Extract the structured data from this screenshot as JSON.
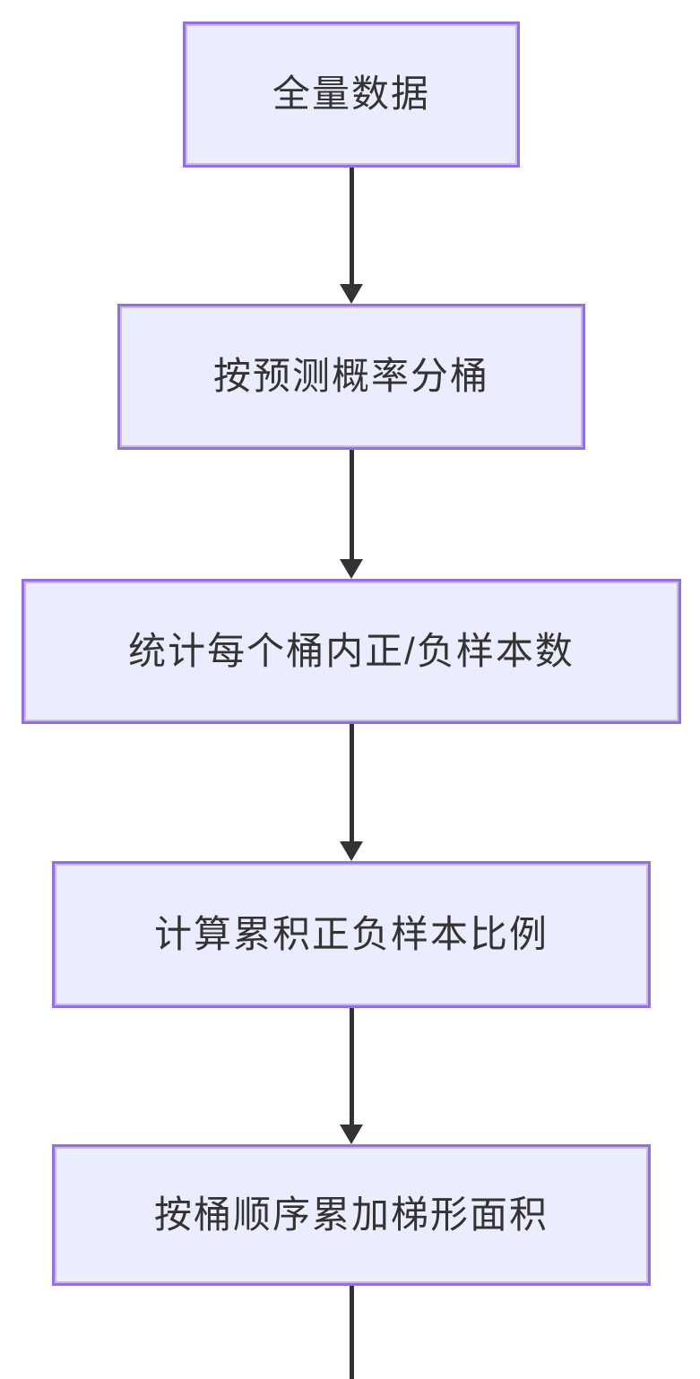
{
  "diagram": {
    "type": "flowchart",
    "direction": "top-down",
    "nodes": [
      {
        "id": "full-data",
        "label": "全量数据"
      },
      {
        "id": "bucket-by-predicted-probability",
        "label": "按预测概率分桶"
      },
      {
        "id": "count-pos-neg-per-bucket",
        "label": "统计每个桶内正/负样本数"
      },
      {
        "id": "cumulative-pos-neg-ratio",
        "label": "计算累积正负样本比例"
      },
      {
        "id": "accumulate-trapezoid-area",
        "label": "按桶顺序累加梯形面积"
      }
    ],
    "edges": [
      {
        "from": "full-data",
        "to": "bucket-by-predicted-probability",
        "arrowhead": true
      },
      {
        "from": "bucket-by-predicted-probability",
        "to": "count-pos-neg-per-bucket",
        "arrowhead": true
      },
      {
        "from": "count-pos-neg-per-bucket",
        "to": "cumulative-pos-neg-ratio",
        "arrowhead": true
      },
      {
        "from": "cumulative-pos-neg-ratio",
        "to": "accumulate-trapezoid-area",
        "arrowhead": true
      },
      {
        "from": "accumulate-trapezoid-area",
        "to": "(cut off at bottom of image)",
        "arrowhead": false
      }
    ],
    "colors": {
      "node_fill": "#ECECFF",
      "node_border": "#9370DB",
      "node_text": "#333333",
      "edge": "#333333",
      "background": "#FFFFFF"
    }
  }
}
